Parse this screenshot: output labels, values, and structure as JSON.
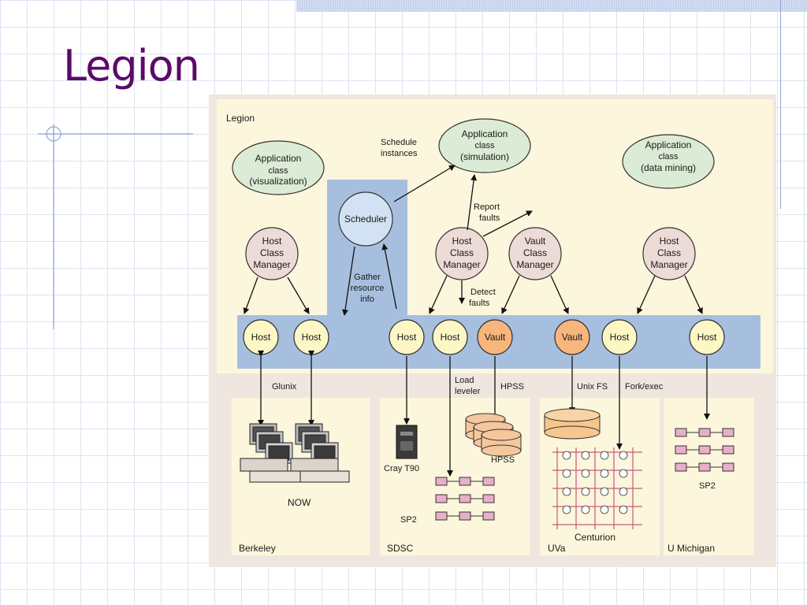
{
  "slide": {
    "title": "Legion"
  },
  "diagram": {
    "panel_title": "Legion",
    "ellipses": {
      "app_visualization": [
        "Application",
        "class",
        "(visualization)"
      ],
      "app_simulation": [
        "Application",
        "class",
        "(simulation)"
      ],
      "app_data_mining": [
        "Application",
        "class",
        "(data mining)"
      ]
    },
    "scheduler": "Scheduler",
    "managers": {
      "host_manager": [
        "Host",
        "Class",
        "Manager"
      ],
      "vault_manager": [
        "Vault",
        "Class",
        "Manager"
      ]
    },
    "labels": {
      "schedule_instances": [
        "Schedule",
        "instances"
      ],
      "report_faults": [
        "Report",
        "faults"
      ],
      "gather_resource_info": [
        "Gather",
        "resource",
        "info"
      ],
      "detect_faults": [
        "Detect",
        "faults"
      ],
      "glunix": "Glunix",
      "load_leveler": [
        "Load",
        "leveler"
      ],
      "hpss": "HPSS",
      "unix_fs": "Unix FS",
      "fork_exec": "Fork/exec"
    },
    "host": "Host",
    "vault": "Vault",
    "sites": {
      "berkeley": "Berkeley",
      "sdsc": "SDSC",
      "uva": "UVa",
      "u_michigan": "U Michigan"
    },
    "machines": {
      "now": "NOW",
      "cray": "Cray T90",
      "sp2": "SP2",
      "hpss_disks": "HPSS",
      "centurion": "Centurion"
    },
    "colors": {
      "panel_bg": "#fcf6dc",
      "ellipse_fill": "#dcebd5",
      "manager_fill": "#ecdbd6",
      "host_fill": "#fdf7c6",
      "vault_fill": "#f6b67c",
      "bus_fill": "#a7bfdf",
      "site_band": "#f0e6e0"
    }
  }
}
